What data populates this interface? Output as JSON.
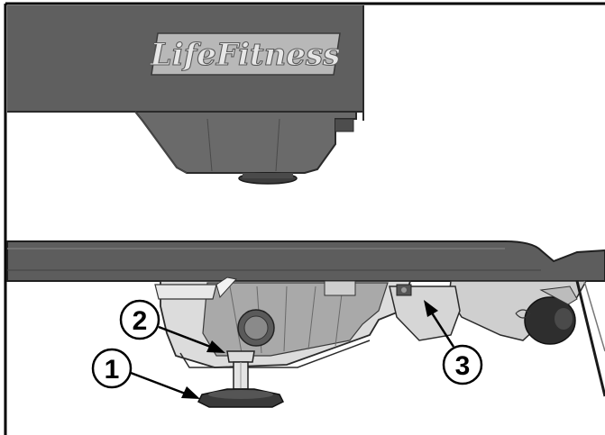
{
  "figure": {
    "brand_logo": "LifeFitness",
    "callouts": [
      {
        "number": "1",
        "target": "leveling-foot"
      },
      {
        "number": "2",
        "target": "foot-lock-nut"
      },
      {
        "number": "3",
        "target": "rear-mount-bolt"
      }
    ],
    "colors": {
      "frame_dark": "#5c5c5c",
      "frame_mid": "#8a8a8a",
      "frame_light": "#c8c8c8",
      "part_light": "#dedede",
      "logo_plate": "#b8b8b8"
    }
  }
}
